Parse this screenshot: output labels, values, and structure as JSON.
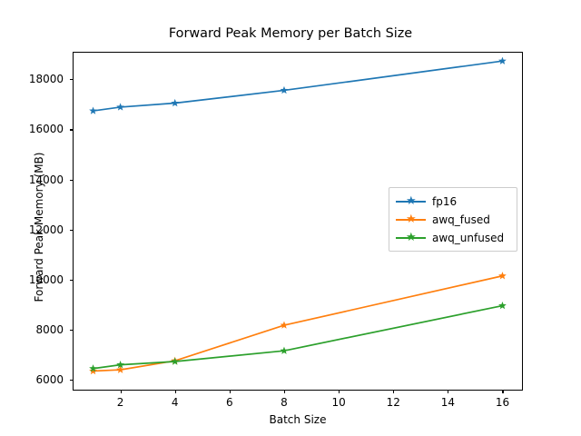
{
  "chart_data": {
    "type": "line",
    "title": "Forward Peak Memory per Batch Size",
    "xlabel": "Batch Size",
    "ylabel": "Forward Peak Memory (MB)",
    "x": [
      1,
      2,
      4,
      8,
      16
    ],
    "xlim": [
      0.25,
      16.75
    ],
    "ylim": [
      5570,
      19100
    ],
    "xticks": [
      2,
      4,
      6,
      8,
      10,
      12,
      14,
      16
    ],
    "xtick_labels": [
      "2",
      "4",
      "6",
      "8",
      "10",
      "12",
      "14",
      "16"
    ],
    "yticks": [
      6000,
      8000,
      10000,
      12000,
      14000,
      16000,
      18000
    ],
    "ytick_labels": [
      "6000",
      "8000",
      "10000",
      "12000",
      "14000",
      "16000",
      "18000"
    ],
    "grid": false,
    "legend_position": "center right",
    "marker": "star",
    "series": [
      {
        "name": "fp16",
        "color": "#1f77b4",
        "values": [
          16740,
          16890,
          17050,
          17560,
          18730
        ]
      },
      {
        "name": "awq_fused",
        "color": "#ff7f0e",
        "values": [
          6350,
          6400,
          6760,
          8180,
          10150
        ]
      },
      {
        "name": "awq_unfused",
        "color": "#2ca02c",
        "values": [
          6450,
          6600,
          6730,
          7160,
          8960
        ]
      }
    ]
  },
  "legend": {
    "entries": [
      {
        "label": "fp16",
        "color": "#1f77b4"
      },
      {
        "label": "awq_fused",
        "color": "#ff7f0e"
      },
      {
        "label": "awq_unfused",
        "color": "#2ca02c"
      }
    ]
  },
  "colors": {
    "series_1": "#1f77b4",
    "series_2": "#ff7f0e",
    "series_3": "#2ca02c",
    "axis": "#000000",
    "background": "#ffffff"
  }
}
